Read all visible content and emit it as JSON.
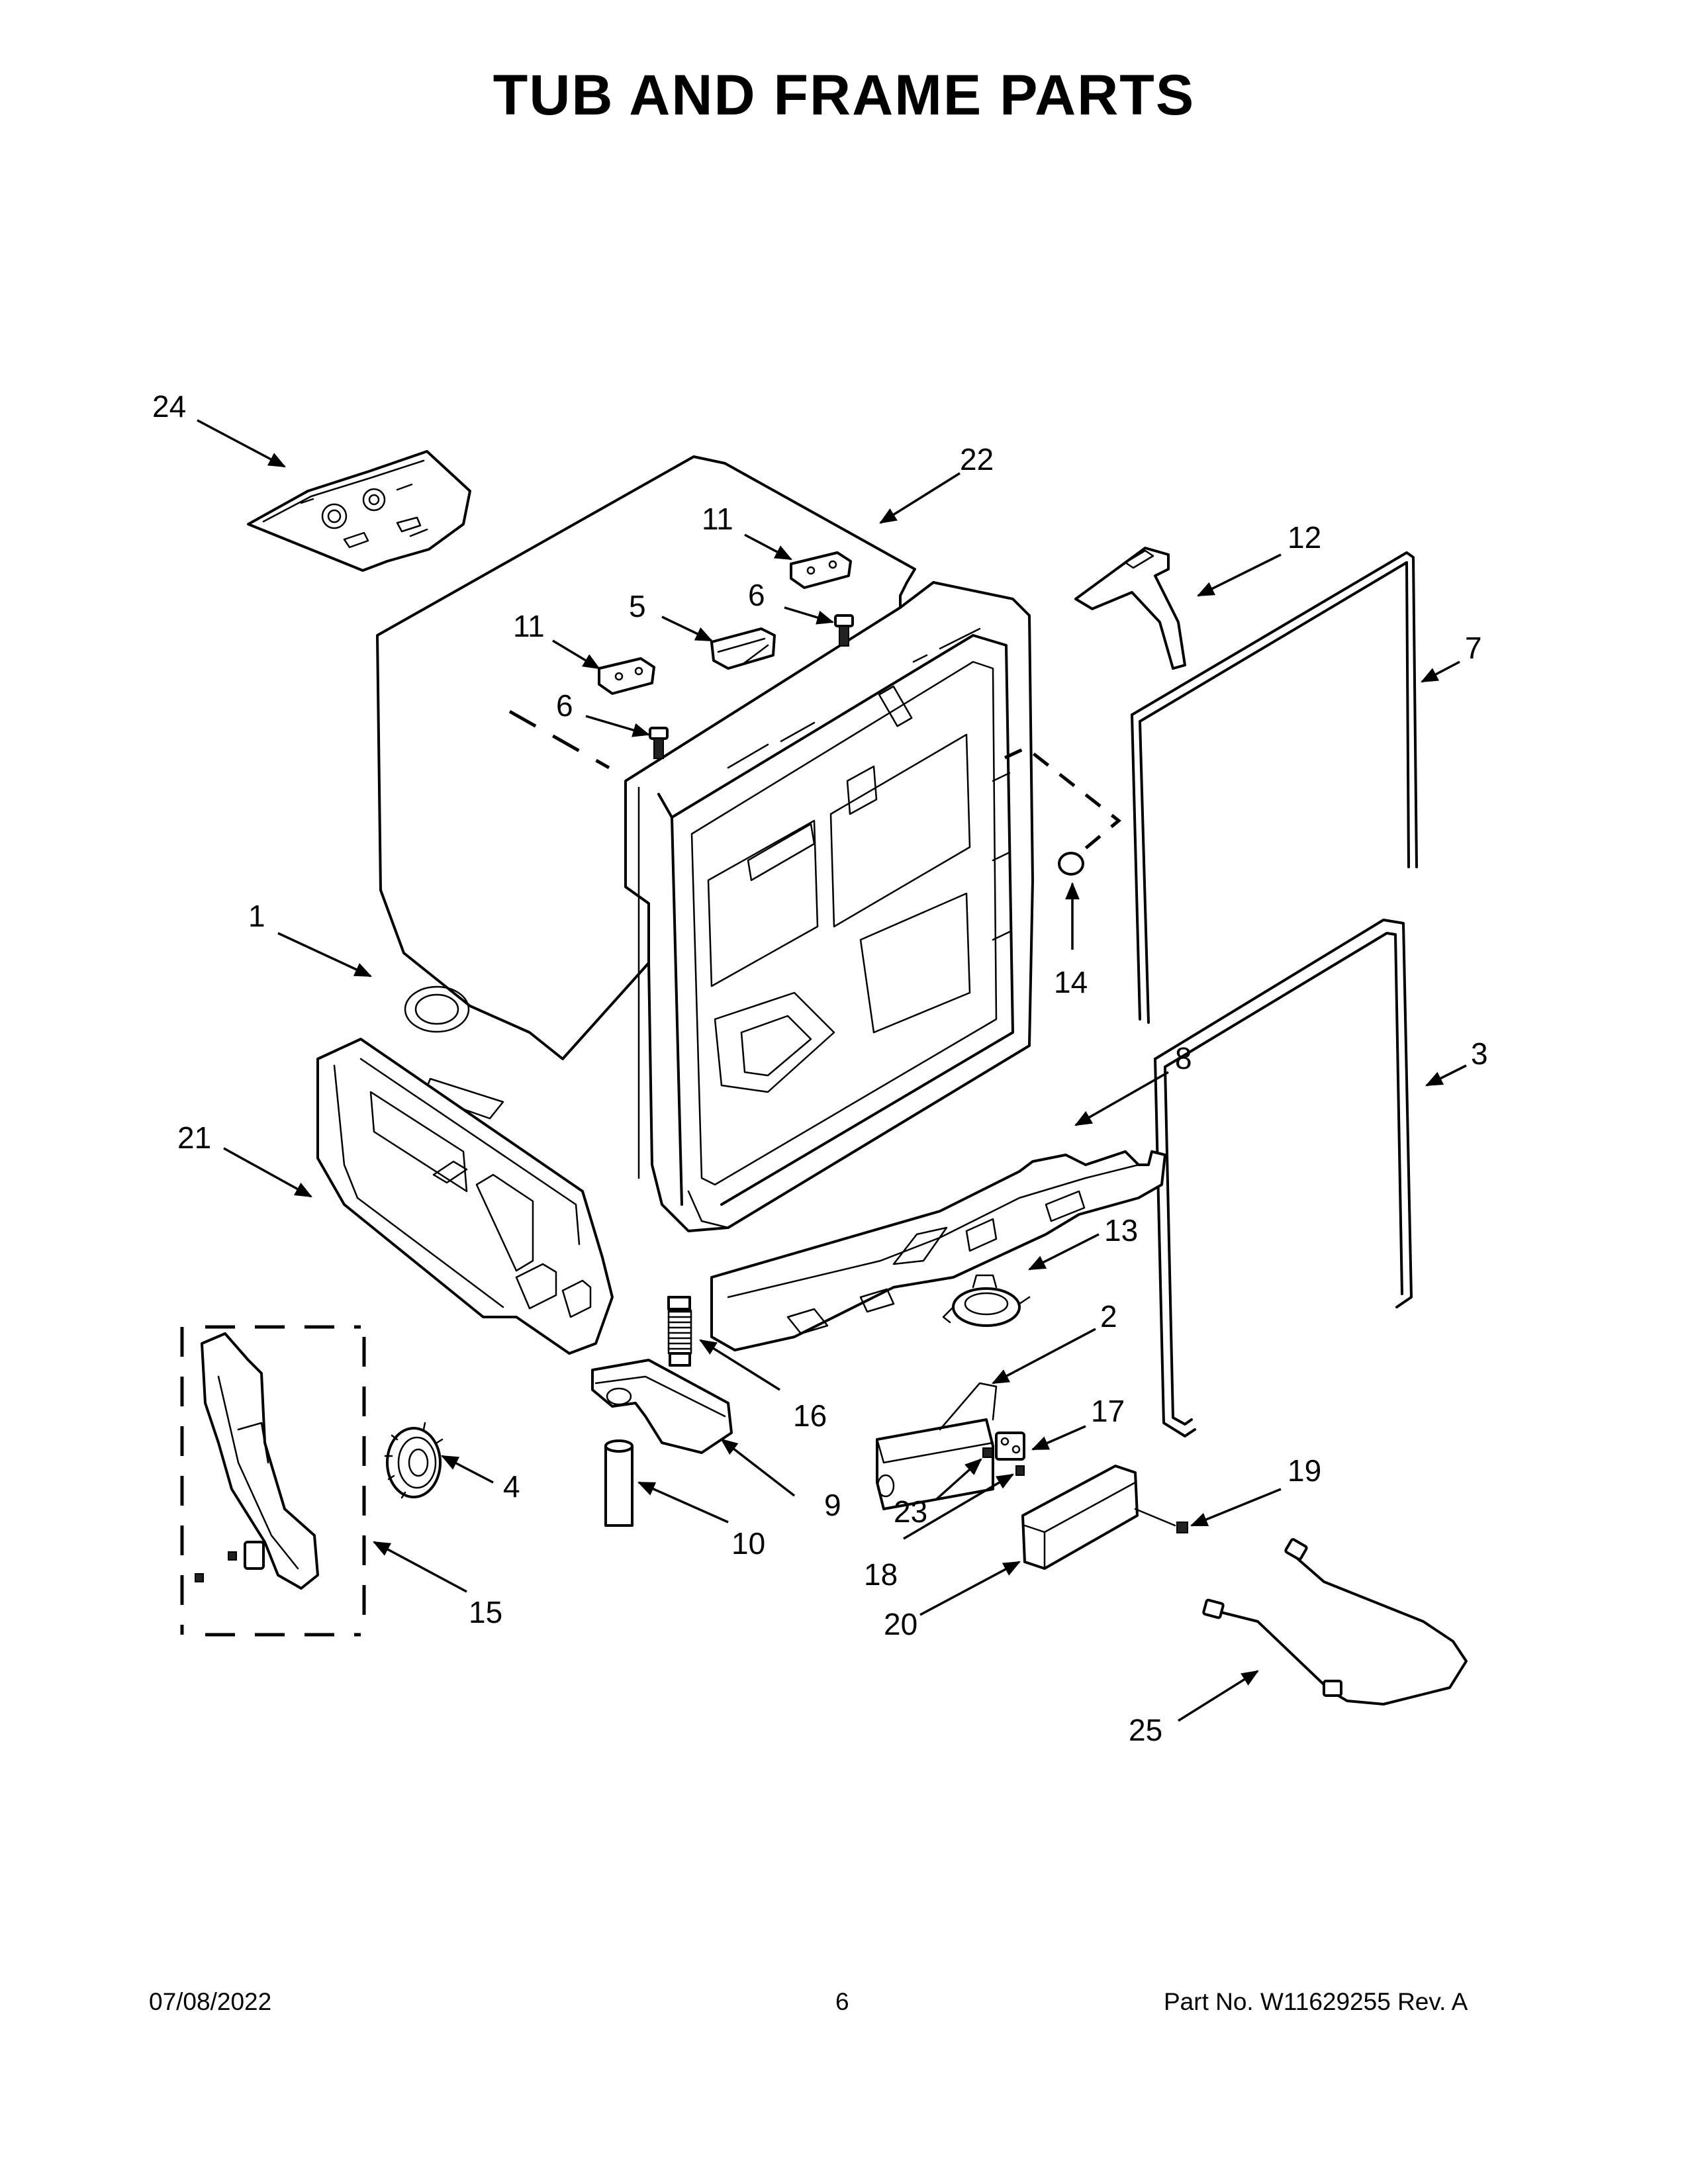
{
  "title": "TUB AND FRAME PARTS",
  "callouts": [
    "1",
    "2",
    "3",
    "4",
    "5",
    "6",
    "6",
    "7",
    "8",
    "9",
    "10",
    "11",
    "11",
    "12",
    "13",
    "14",
    "15",
    "16",
    "17",
    "18",
    "19",
    "20",
    "21",
    "22",
    "23",
    "24",
    "25"
  ],
  "footer": {
    "date": "07/08/2022",
    "page": "6",
    "part": "Part No.  W11629255  Rev.  A"
  }
}
